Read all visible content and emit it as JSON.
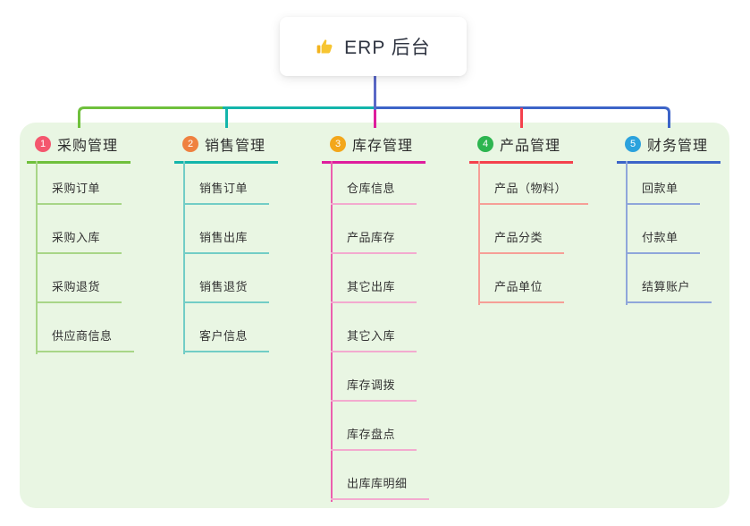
{
  "root": {
    "icon": "thumbs-up-icon",
    "title": "ERP 后台"
  },
  "branches": [
    {
      "index": "1",
      "label": "采购管理",
      "badge_color": "#f4576e",
      "line_color": "#6fc03c",
      "child_line_color": "#a8d687",
      "children": [
        "采购订单",
        "采购入库",
        "采购退货",
        "供应商信息"
      ]
    },
    {
      "index": "2",
      "label": "销售管理",
      "badge_color": "#ef8140",
      "line_color": "#13b5ab",
      "child_line_color": "#72cdc6",
      "children": [
        "销售订单",
        "销售出库",
        "销售退货",
        "客户信息"
      ]
    },
    {
      "index": "3",
      "label": "库存管理",
      "badge_color": "#f3a71b",
      "line_color": "#de1d9d",
      "child_line_color": "#f3aacf",
      "children": [
        "仓库信息",
        "产品库存",
        "其它出库",
        "其它入库",
        "库存调拨",
        "库存盘点",
        "出库库明细"
      ]
    },
    {
      "index": "4",
      "label": "产品管理",
      "badge_color": "#2db550",
      "line_color": "#f4414d",
      "child_line_color": "#f69f97",
      "children": [
        "产品（物料）",
        "产品分类",
        "产品单位"
      ]
    },
    {
      "index": "5",
      "label": "财务管理",
      "badge_color": "#2ba2dd",
      "line_color": "#3c64c8",
      "child_line_color": "#8fa6da",
      "children": [
        "回款单",
        "付款单",
        "结算账户"
      ]
    }
  ],
  "colors": {
    "panel_background": "#e9f6e3",
    "root_connector": "#5a68c7",
    "text": "#333333",
    "card_background": "#ffffff"
  }
}
